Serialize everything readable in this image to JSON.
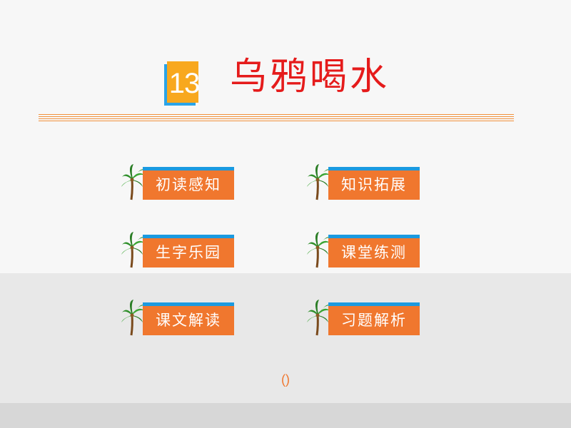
{
  "lesson": {
    "number": "13",
    "title": "乌鸦喝水"
  },
  "menu": [
    {
      "id": "chudu-ganzhi",
      "label": "初读感知"
    },
    {
      "id": "zhishi-tuozhan",
      "label": "知识拓展"
    },
    {
      "id": "shengzi-leyuan",
      "label": "生字乐园"
    },
    {
      "id": "ketang-lianc",
      "label": "课堂练测"
    },
    {
      "id": "kewen-jiedu",
      "label": "课文解读"
    },
    {
      "id": "xiti-jiexi",
      "label": "习题解析"
    }
  ],
  "footer": {
    "marker": "()"
  },
  "colors": {
    "title_red": "#e51b1b",
    "button_orange": "#f0772e",
    "button_strip_blue": "#1b9ae0",
    "badge_orange": "#f8a81e",
    "badge_blue": "#2aa4e8",
    "rule_orange": "#f2923d"
  },
  "icons": {
    "menu_item": "palm-tree-icon"
  }
}
